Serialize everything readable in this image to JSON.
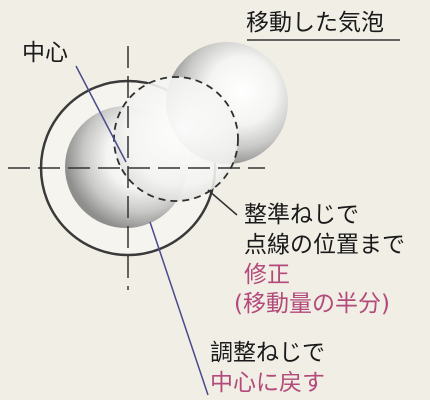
{
  "labels": {
    "center": "中心",
    "moved_bubble": "移動した気泡",
    "leveling_screw": {
      "line1": "整準ねじで",
      "line2": "点線の位置まで",
      "line3": "修正",
      "line4": "(移動量の半分)"
    },
    "adjusting_screw": {
      "line1": "調整ねじで",
      "line2": "中心に戻す"
    }
  },
  "colors": {
    "text": "#1a1a1a",
    "accent_text": "#b34a7a",
    "leader_line": "#4a4a8c",
    "outline": "#333333"
  }
}
